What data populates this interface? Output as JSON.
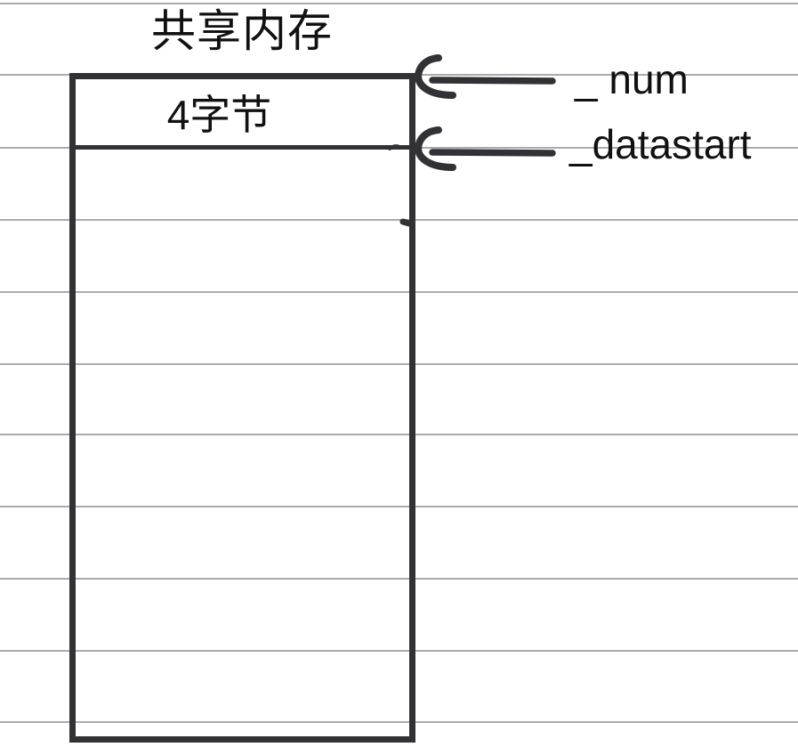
{
  "diagram": {
    "title": "共享内存",
    "box": {
      "cells": [
        {
          "label": "4字节"
        }
      ]
    },
    "pointers": [
      {
        "label": "_ num"
      },
      {
        "label": "_datastart"
      }
    ],
    "colors": {
      "ink": "#313136",
      "ruled_line": "#ababab",
      "text": "#111111",
      "background": "#ffffff"
    }
  }
}
